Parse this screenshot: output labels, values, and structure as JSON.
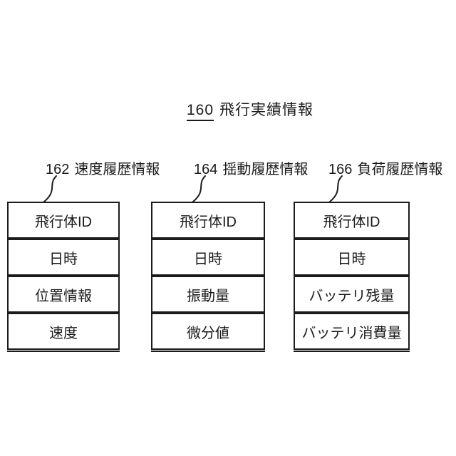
{
  "figure": {
    "title": {
      "ref": "160",
      "label": "飛行実績情報"
    },
    "tables": [
      {
        "ref": "162",
        "label": "速度履歴情報",
        "rows": [
          "飛行体ID",
          "日時",
          "位置情報",
          "速度"
        ]
      },
      {
        "ref": "164",
        "label": "揺動履歴情報",
        "rows": [
          "飛行体ID",
          "日時",
          "振動量",
          "微分値"
        ]
      },
      {
        "ref": "166",
        "label": "負荷履歴情報",
        "rows": [
          "飛行体ID",
          "日時",
          "バッテリ残量",
          "バッテリ消費量"
        ]
      }
    ],
    "colors": {
      "line": "#1b1b1b",
      "text": "#1b1b1b",
      "background": "#ffffff"
    }
  }
}
